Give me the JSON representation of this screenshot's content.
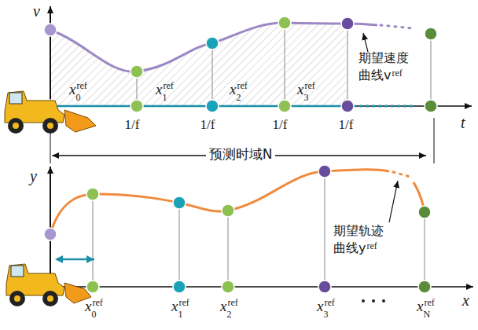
{
  "diagram": {
    "labels": [
      "v",
      "t",
      "x",
      "0",
      "ref",
      "x",
      "1",
      "ref",
      "x",
      "2",
      "ref",
      "x",
      "3",
      "ref",
      "1/f",
      "1/f",
      "1/f",
      "1/f",
      "期望速度",
      "曲线v",
      "ref",
      "预测时域N",
      "y",
      "x",
      "x",
      "0",
      "ref",
      "x",
      "1",
      "ref",
      "x",
      "2",
      "ref",
      "x",
      "3",
      "ref",
      "x",
      "N",
      "ref",
      "期望轨迹",
      "曲线y",
      "ref"
    ]
  }
}
